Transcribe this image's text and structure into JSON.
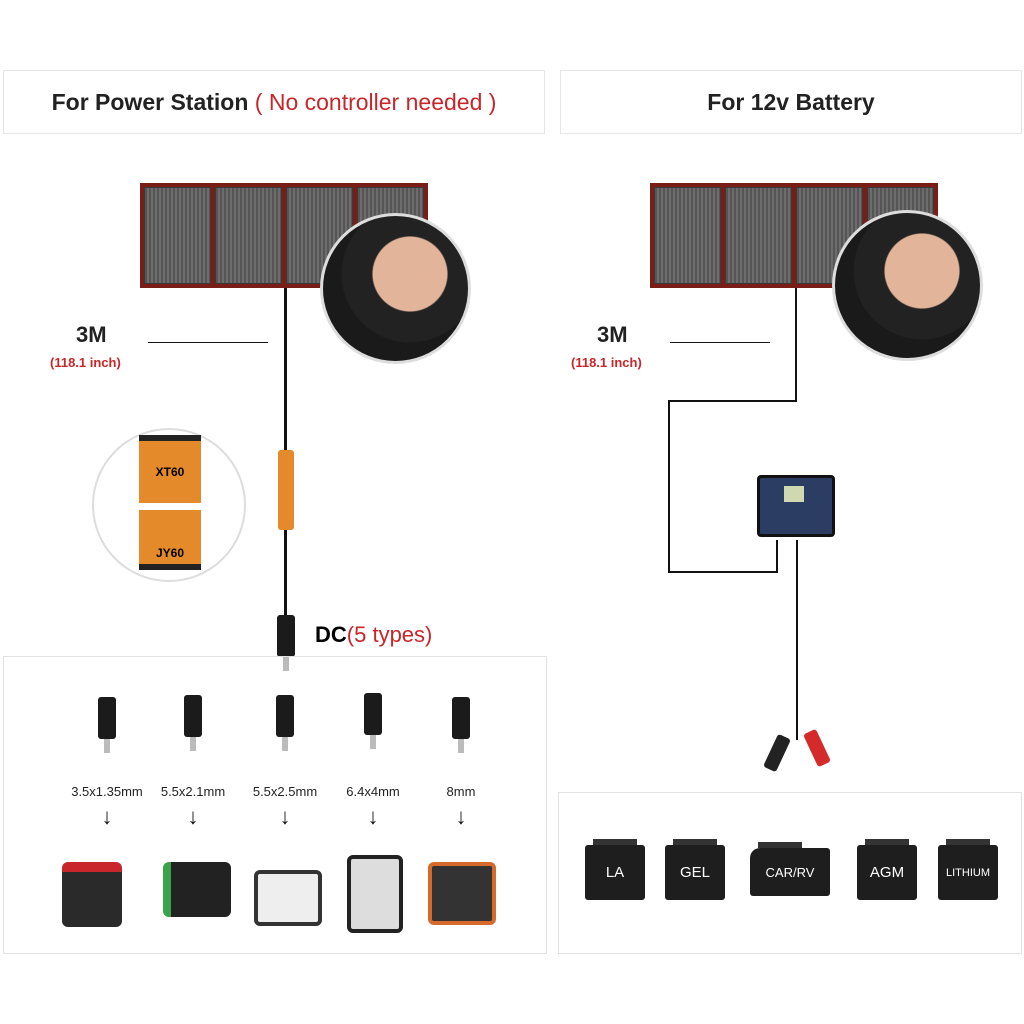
{
  "left_header": {
    "title": "For Power Station",
    "note": "( No controller needed )"
  },
  "right_header": {
    "title": "For 12v Battery"
  },
  "cable_length": {
    "value": "3M",
    "inches": "(118.1 inch)"
  },
  "connector": {
    "top": "XT60",
    "bottom": "JY60"
  },
  "dc": {
    "label": "DC",
    "note": "(5 types)"
  },
  "dc_sizes": [
    "3.5x1.35mm",
    "5.5x2.1mm",
    "5.5x2.5mm",
    "6.4x4mm",
    "8mm"
  ],
  "battery_types": [
    "LA",
    "GEL",
    "CAR/RV",
    "AGM",
    "LITHIUM"
  ],
  "colors": {
    "accent": "#c8262b",
    "panel_frame": "#7a1d17"
  }
}
